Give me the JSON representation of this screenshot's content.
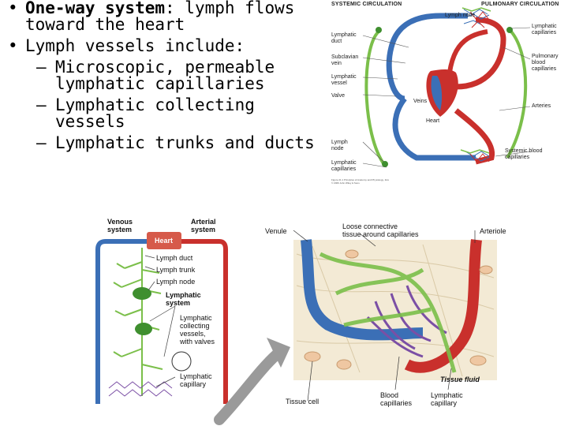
{
  "bullets": {
    "item1_bold": "One-way system",
    "item1_rest": ": lymph flows toward the heart",
    "item2": "Lymph vessels include:",
    "sub": [
      "Microscopic, permeable lymphatic capillaries",
      "Lymphatic collecting vessels",
      "Lymphatic trunks and ducts"
    ]
  },
  "circulation": {
    "systemic_header": "SYSTEMIC CIRCULATION",
    "pulmonary_header": "PULMONARY CIRCULATION",
    "lymph_node_top": "Lymph node",
    "lymphatic_duct": "Lymphatic\nduct",
    "subclavian_vein": "Subclavian\nvein",
    "lymphatic_vessel": "Lymphatic\nvessel",
    "valve": "Valve",
    "veins": "Veins",
    "heart": "Heart",
    "lymph_node_bottom": "Lymph\nnode",
    "lymphatic_capillaries_left": "Lymphatic\ncapillaries",
    "lymphatic_capillaries_right": "Lymphatic\ncapillaries",
    "pulmonary_blood_capillaries": "Pulmonary\nblood\ncapillaries",
    "arteries": "Arteries",
    "systemic_blood_capillaries": "Systemic blood\ncapillaries",
    "credit": "Figure 21.1 Principles of Anatomy and Physiology, 11/e\n© 2006 John Wiley & Sons"
  },
  "lymph_system": {
    "venous_system": "Venous\nsystem",
    "arterial_system": "Arterial\nsystem",
    "heart": "Heart",
    "lymph_duct": "Lymph duct",
    "lymph_trunk": "Lymph trunk",
    "lymph_node": "Lymph node",
    "lymphatic_system": "Lymphatic\nsystem",
    "collecting_vessels": "Lymphatic\ncollecting\nvessels,\nwith valves",
    "lymphatic_capillary": "Lymphatic\ncapillary"
  },
  "capillary_bed": {
    "venule": "Venule",
    "loose_connective": "Loose connective\ntissue around capillaries",
    "arteriole": "Arteriole",
    "tissue_fluid": "Tissue fluid",
    "tissue_cell": "Tissue cell",
    "blood_capillaries": "Blood\ncapillaries",
    "lymphatic_capillary": "Lymphatic\ncapillary"
  },
  "colors": {
    "vein_blue": "#3b6fb6",
    "artery_red": "#c9302c",
    "lymph_green": "#7bbf4a",
    "node_green": "#3f8f2f",
    "tissue_bg": "#f3ead5"
  }
}
